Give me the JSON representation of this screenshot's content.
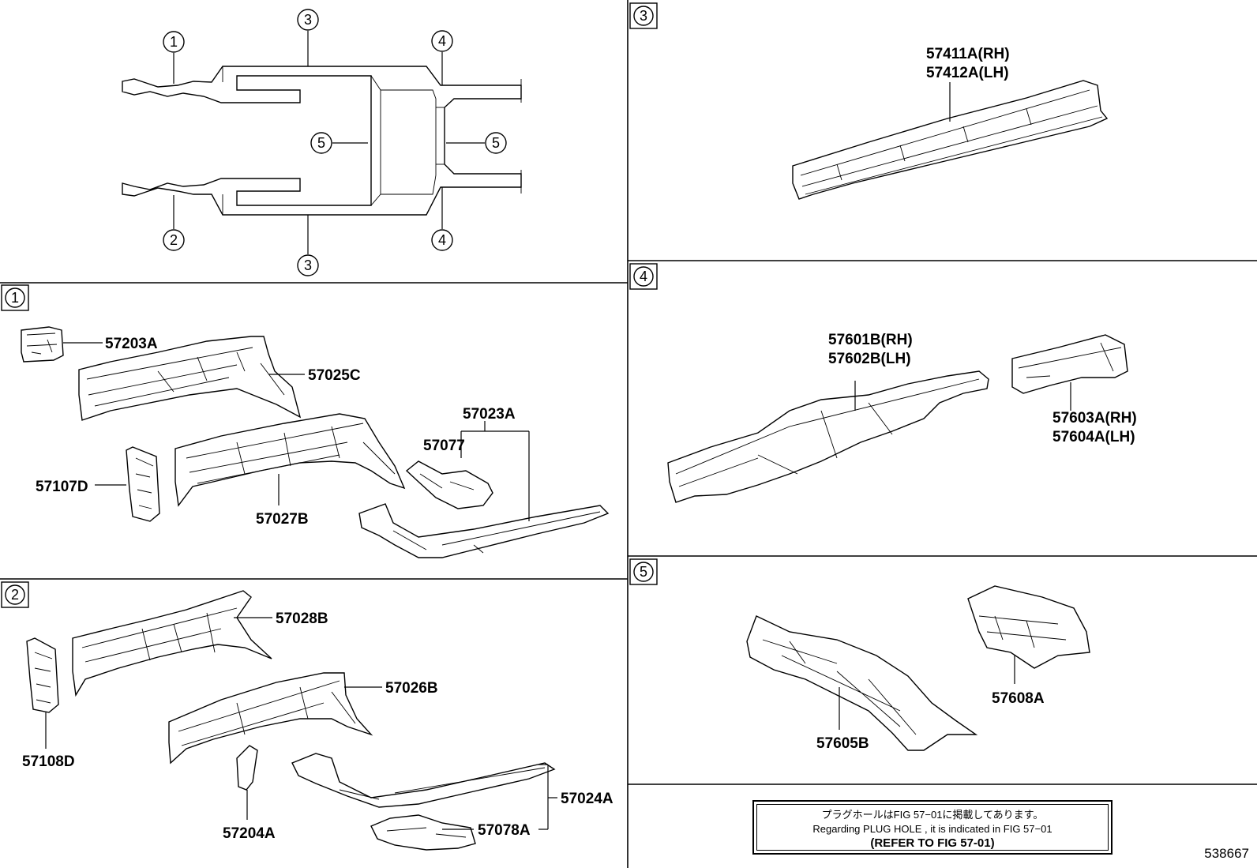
{
  "overview": {
    "callouts": [
      "1",
      "2",
      "3",
      "3",
      "4",
      "4",
      "5",
      "5"
    ]
  },
  "sections": {
    "s1": {
      "tag": "1",
      "parts": [
        "57203A",
        "57025C",
        "57023A",
        "57077",
        "57107D",
        "57027B"
      ]
    },
    "s2": {
      "tag": "2",
      "parts": [
        "57028B",
        "57026B",
        "57108D",
        "57204A",
        "57024A",
        "57078A"
      ]
    },
    "s3": {
      "tag": "3",
      "parts": [
        "57411A(RH)",
        "57412A(LH)"
      ]
    },
    "s4": {
      "tag": "4",
      "parts": [
        "57601B(RH)",
        "57602B(LH)",
        "57603A(RH)",
        "57604A(LH)"
      ]
    },
    "s5": {
      "tag": "5",
      "parts": [
        "57605B",
        "57608A"
      ]
    }
  },
  "note": {
    "jp": "プラグホールはFIG 57−01に掲載してあります。",
    "en": "Regarding  PLUG  HOLE , it is indicated in FIG  57−01",
    "ref": "(REFER TO FIG 57-01)"
  },
  "reference_number": "538667"
}
